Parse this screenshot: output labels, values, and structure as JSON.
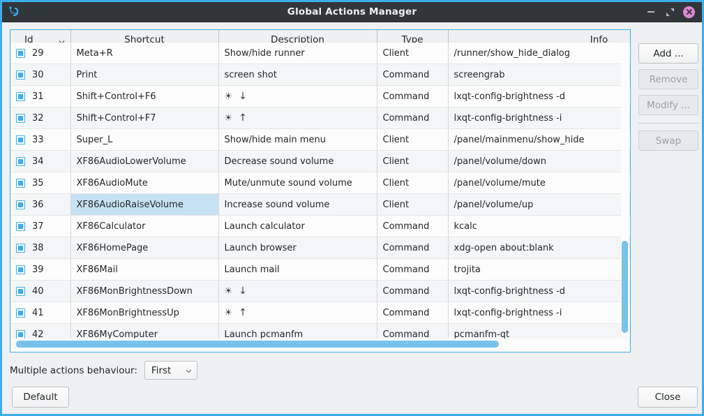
{
  "window": {
    "title": "Global Actions Manager",
    "icon": "app-icon",
    "controls": {
      "minimize": "minimize",
      "maximize": "maximize",
      "close": "close"
    }
  },
  "table": {
    "columns": [
      "Id",
      "Shortcut",
      "Description",
      "Type",
      "Info"
    ],
    "sort_indicator": "chevron-down",
    "rows": [
      {
        "id": "29",
        "shortcut": "Meta+R",
        "description": "Show/hide runner",
        "type": "Client",
        "info": "/runner/show_hide_dialog",
        "checked": true,
        "selected_cell": null
      },
      {
        "id": "30",
        "shortcut": "Print",
        "description": "screen shot",
        "type": "Command",
        "info": "screengrab",
        "checked": true,
        "selected_cell": null
      },
      {
        "id": "31",
        "shortcut": "Shift+Control+F6",
        "description": "☀ ↓",
        "type": "Command",
        "info": "lxqt-config-brightness -d",
        "checked": true,
        "selected_cell": null
      },
      {
        "id": "32",
        "shortcut": "Shift+Control+F7",
        "description": "☀ ↑",
        "type": "Command",
        "info": "lxqt-config-brightness -i",
        "checked": true,
        "selected_cell": null
      },
      {
        "id": "33",
        "shortcut": "Super_L",
        "description": "Show/hide main menu",
        "type": "Client",
        "info": "/panel/mainmenu/show_hide",
        "checked": true,
        "selected_cell": null
      },
      {
        "id": "34",
        "shortcut": "XF86AudioLowerVolume",
        "description": "Decrease sound volume",
        "type": "Client",
        "info": "/panel/volume/down",
        "checked": true,
        "selected_cell": null
      },
      {
        "id": "35",
        "shortcut": "XF86AudioMute",
        "description": "Mute/unmute sound volume",
        "type": "Client",
        "info": "/panel/volume/mute",
        "checked": true,
        "selected_cell": null
      },
      {
        "id": "36",
        "shortcut": "XF86AudioRaiseVolume",
        "description": "Increase sound volume",
        "type": "Client",
        "info": "/panel/volume/up",
        "checked": true,
        "selected_cell": "shortcut"
      },
      {
        "id": "37",
        "shortcut": "XF86Calculator",
        "description": "Launch calculator",
        "type": "Command",
        "info": "kcalc",
        "checked": true,
        "selected_cell": null
      },
      {
        "id": "38",
        "shortcut": "XF86HomePage",
        "description": "Launch browser",
        "type": "Command",
        "info": "xdg-open about:blank",
        "checked": true,
        "selected_cell": null
      },
      {
        "id": "39",
        "shortcut": "XF86Mail",
        "description": "Launch mail",
        "type": "Command",
        "info": "trojita",
        "checked": true,
        "selected_cell": null
      },
      {
        "id": "40",
        "shortcut": "XF86MonBrightnessDown",
        "description": "☀ ↓",
        "type": "Command",
        "info": "lxqt-config-brightness -d",
        "checked": true,
        "selected_cell": null
      },
      {
        "id": "41",
        "shortcut": "XF86MonBrightnessUp",
        "description": "☀ ↑",
        "type": "Command",
        "info": "lxqt-config-brightness -i",
        "checked": true,
        "selected_cell": null
      },
      {
        "id": "42",
        "shortcut": "XF86MyComputer",
        "description": "Launch pcmanfm",
        "type": "Command",
        "info": "pcmanfm-qt",
        "checked": true,
        "selected_cell": null
      }
    ]
  },
  "side_buttons": [
    {
      "label": "Add ...",
      "enabled": true
    },
    {
      "label": "Remove",
      "enabled": false
    },
    {
      "label": "Modify ...",
      "enabled": false
    },
    {
      "label": "Swap",
      "enabled": false
    }
  ],
  "behaviour": {
    "label": "Multiple actions behaviour:",
    "value": "First"
  },
  "footer": {
    "default_label": "Default",
    "close_label": "Close"
  },
  "colors": {
    "accent": "#3daee9",
    "titlebar": "#31363b",
    "close_button": "#dd86d5",
    "selection": "#c6e2f2",
    "scroll_thumb": "#78c3eb"
  }
}
